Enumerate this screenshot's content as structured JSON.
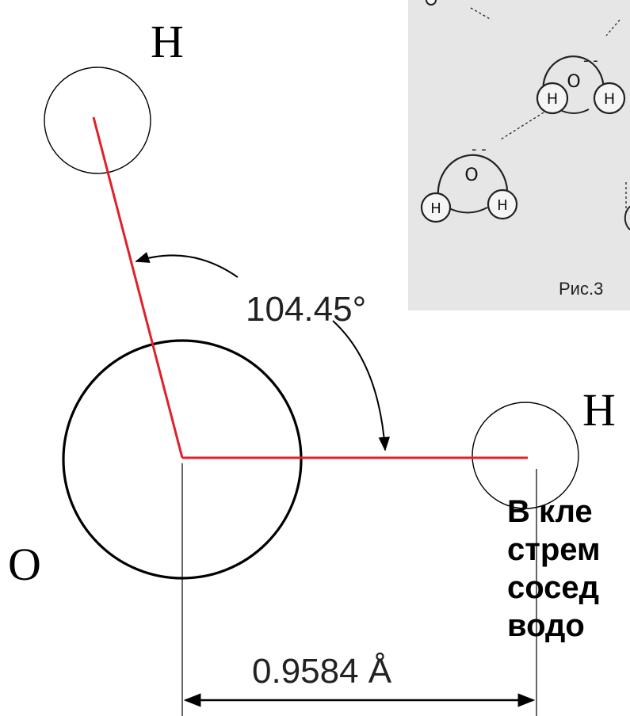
{
  "diagram": {
    "atoms": {
      "hydrogen_top": "H",
      "hydrogen_right": "H",
      "oxygen": "O"
    },
    "bond_angle": "104.45°",
    "bond_length": "0.9584 Å",
    "colors": {
      "bond": "#e0202a",
      "outline": "#000000",
      "inset_background": "#e6e6e6"
    }
  },
  "inset": {
    "figure_label": "Рис.3",
    "molecule_upper": {
      "oxygen": "O",
      "hydrogen_left": "H",
      "hydrogen_right": "H"
    },
    "molecule_lower": {
      "oxygen": "O",
      "hydrogen_left": "H",
      "hydrogen_right": "H"
    }
  },
  "caption": {
    "lines": [
      "В кле",
      "стрем",
      "сосед",
      "водо"
    ]
  }
}
